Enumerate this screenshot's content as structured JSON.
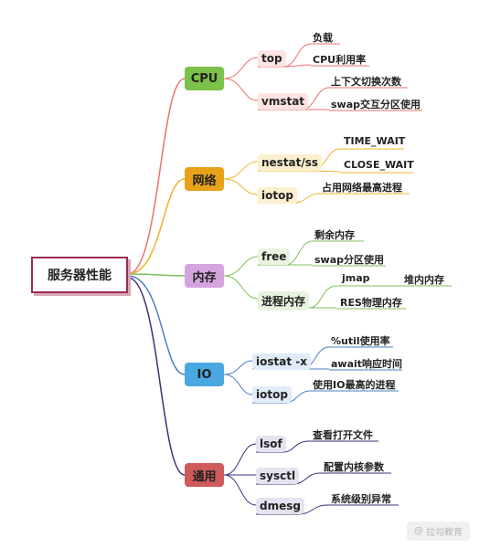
{
  "root": "服务器性能",
  "categories": {
    "cpu": {
      "label": "CPU",
      "color": "#7cc14a",
      "line": "#e8736a",
      "top": {
        "label": "top",
        "leaves": [
          "负载",
          "CPU利用率"
        ]
      },
      "vmstat": {
        "label": "vmstat",
        "leaves": [
          "上下文切换次数",
          "swap交互分区使用"
        ]
      }
    },
    "net": {
      "label": "网络",
      "color": "#e8a21a",
      "line": "#f3b12a",
      "netstat": {
        "label": "nestat/ss",
        "leaves": [
          "TIME_WAIT",
          "CLOSE_WAIT"
        ]
      },
      "iotop": {
        "label": "iotop",
        "leaves": [
          "占用网络最高进程"
        ]
      }
    },
    "mem": {
      "label": "内存",
      "color": "#d5a4de",
      "line": "#7fbf5a",
      "free": {
        "label": "free",
        "leaves": [
          "剩余内存",
          "swap分区使用"
        ]
      },
      "proc": {
        "label": "进程内存",
        "jmap": "jmap",
        "jmap_leaf": "堆内内存",
        "res": "RES物理内存"
      }
    },
    "io": {
      "label": "IO",
      "color": "#4aa8e0",
      "line": "#4a7fc4",
      "iostat": {
        "label": "iostat -x",
        "leaves": [
          "%util使用率",
          "await响应时间"
        ]
      },
      "iotop": {
        "label": "iotop",
        "leaves": [
          "使用IO最高的进程"
        ]
      }
    },
    "gen": {
      "label": "通用",
      "color": "#cf5a5c",
      "line": "#3a3478",
      "lsof": {
        "label": "lsof",
        "leaves": [
          "查看打开文件"
        ]
      },
      "sysctl": {
        "label": "sysctl",
        "leaves": [
          "配置内核参数"
        ]
      },
      "dmesg": {
        "label": "dmesg",
        "leaves": [
          "系统级别异常"
        ]
      }
    }
  },
  "watermark": "拉勾教育"
}
